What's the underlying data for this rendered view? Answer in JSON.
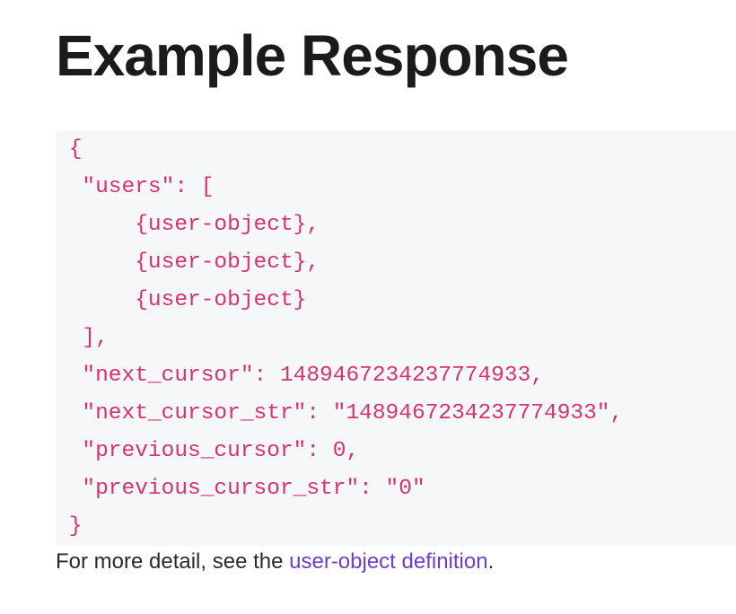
{
  "heading": {
    "title": "Example Response"
  },
  "code": {
    "lines": [
      " {",
      "  \"users\": [",
      "      {user-object},",
      "      {user-object},",
      "      {user-object}",
      "  ],",
      "  \"next_cursor\": 1489467234237774933,",
      "  \"next_cursor_str\": \"1489467234237774933\",",
      "  \"previous_cursor\": 0,",
      "  \"previous_cursor_str\": \"0\"",
      " }"
    ],
    "text_color": "#d6336c",
    "background_color": "#f6f7f8"
  },
  "footer": {
    "prefix": "For more detail, see the ",
    "link_label": "user-object definition",
    "suffix": ".",
    "link_color": "#6a3fc8"
  }
}
